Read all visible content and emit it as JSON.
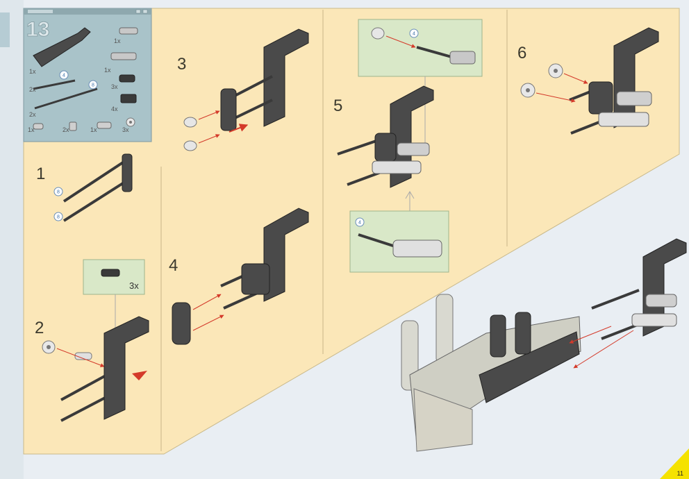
{
  "page_number": "11",
  "colors": {
    "page_cream": "#fbe7b8",
    "page_blue": "#e9eef3",
    "callout_green": "#d9e8c8",
    "parts_box": "#a9c3c9",
    "part_dark": "#4a4a4a",
    "accent_yellow": "#f5e200",
    "arrow_red": "#d43a2a"
  },
  "parts_list": {
    "set_number": "13",
    "items": [
      {
        "qty": "1x"
      },
      {
        "qty": "1x"
      },
      {
        "qty": "1x"
      },
      {
        "qty": "2x",
        "length": "4"
      },
      {
        "qty": "3x"
      },
      {
        "qty": "2x",
        "length": "8"
      },
      {
        "qty": "4x"
      },
      {
        "qty": "1x"
      },
      {
        "qty": "2x"
      },
      {
        "qty": "1x"
      },
      {
        "qty": "3x"
      }
    ]
  },
  "steps": [
    {
      "number": "1",
      "lengths": [
        "8",
        "8"
      ]
    },
    {
      "number": "2",
      "callout_qty": "3x"
    },
    {
      "number": "3"
    },
    {
      "number": "4"
    },
    {
      "number": "5",
      "callout_top_length": "4",
      "callout_bottom_length": "4"
    },
    {
      "number": "6"
    }
  ]
}
